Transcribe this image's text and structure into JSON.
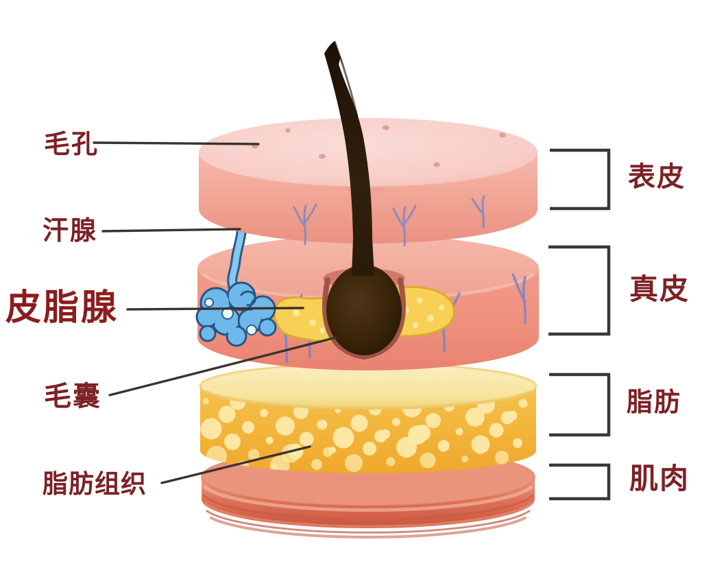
{
  "labels": {
    "left": [
      {
        "id": "pore",
        "text": "毛孔"
      },
      {
        "id": "sweat_gland",
        "text": "汗腺"
      },
      {
        "id": "sebaceous_gland",
        "text": "皮脂腺"
      },
      {
        "id": "hair_follicle",
        "text": "毛囊"
      },
      {
        "id": "adipose_tissue",
        "text": "脂肪组织"
      }
    ],
    "right": [
      {
        "id": "epidermis",
        "text": "表皮"
      },
      {
        "id": "dermis",
        "text": "真皮"
      },
      {
        "id": "fat",
        "text": "脂肪"
      },
      {
        "id": "muscle",
        "text": "肌肉"
      }
    ]
  },
  "colors": {
    "label_text": "#7c2125",
    "label_text_emphasis": "#8b1d1d",
    "callout_line": "#38342f",
    "bracket_line": "#3b3733",
    "epidermis_top": "#f8cdc8",
    "epidermis_side": "#f1a493",
    "dermis_top": "#f3b2a4",
    "dermis_side": "#ee9482",
    "fat_top": "#f8e8a4",
    "fat_side": "#f4b93f",
    "fat_bubble": "#fbe9a8",
    "muscle_top": "#eb947c",
    "muscle_side": "#d96a50",
    "sweat_gland_blue": "#6fb8ea",
    "sebaceous_yellow": "#f8d056",
    "hair_brown": "#2d1c0b",
    "vessel_blue": "#7585cb"
  }
}
